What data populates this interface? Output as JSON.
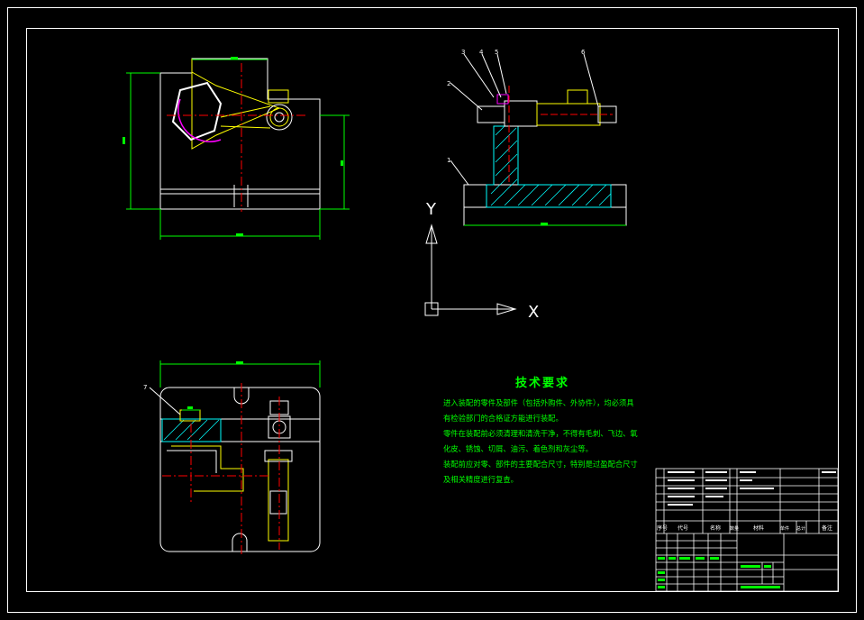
{
  "colors": {
    "background": "#000000",
    "frame": "#ffffff",
    "dimension": "#00ff00",
    "centerline": "#ff0000",
    "hatch": "#00ffff",
    "part_outline": "#ffffff",
    "accent_yellow": "#ffff00",
    "accent_magenta": "#ff00ff"
  },
  "axis_labels": {
    "y": "Y",
    "x": "X"
  },
  "leaders": {
    "left_view": [
      "2",
      "1"
    ],
    "side_view_top": [
      "3",
      "4",
      "5",
      "6"
    ],
    "bottom_view": [
      "7"
    ]
  },
  "tech_requirements": {
    "title": "技术要求",
    "lines": [
      "进入装配的零件及部件（包括外购件、外协件），均必须具",
      "有检验部门的合格证方能进行装配。",
      "零件在装配前必须清理和清洗干净，不得有毛刺、飞边、氧",
      "化皮、锈蚀、切屑、油污、着色剂和灰尘等。",
      "装配前应对零、部件的主要配合尺寸，特别是过盈配合尺寸",
      "及相关精度进行复查。"
    ]
  },
  "title_block": {
    "header_row": [
      "序号",
      "代号",
      "名称",
      "数量",
      "材料",
      "单件",
      "总计",
      "备注"
    ]
  }
}
